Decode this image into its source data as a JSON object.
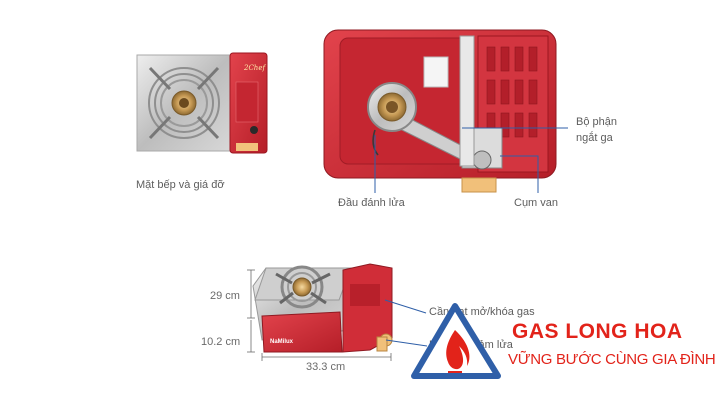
{
  "labels": {
    "cooktop": "Mặt bếp và giá đỡ",
    "igniter": "Đầu đánh lửa",
    "cutoff_line1": "Bộ phận",
    "cutoff_line2": "ngắt ga",
    "valve": "Cụm van",
    "gas_lever": "Cần gạt mở/khóa gas",
    "flame_adjust": "giảm lửa",
    "flame_prefix": "N"
  },
  "dimensions": {
    "depth": "29 cm",
    "height": "10.2 cm",
    "width": "33.3 cm"
  },
  "product": {
    "brand_print": "NaMilux"
  },
  "brand": {
    "name": "GAS LONG HOA",
    "slogan": "VỮNG BƯỚC CÙNG GIA ĐÌNH BẠN"
  },
  "colors": {
    "accent": "#e2231a",
    "logo_blue": "#2f5fa8",
    "stove_red": "#d42a36"
  }
}
